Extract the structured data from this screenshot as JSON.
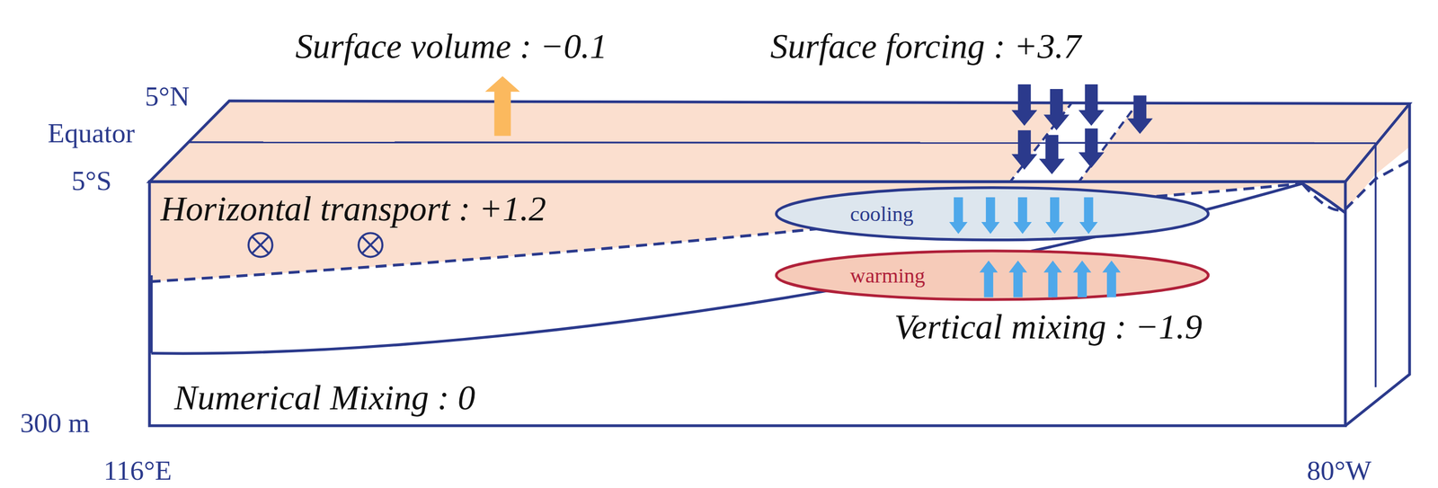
{
  "diagram": {
    "nodes": [
      {
        "text": [
          "cooling"
        ]
      },
      {
        "text": [
          "warming"
        ]
      }
    ],
    "labels": [
      "Surface volume : −0.1",
      "Surface forcing : +3.7",
      "5°N",
      "Equator",
      "5°S",
      "Horizontal transport : +1.2",
      "Vertical mixing : −1.9",
      "Numerical Mixing : 0",
      "300 m",
      "116°E",
      "80°W"
    ]
  }
}
